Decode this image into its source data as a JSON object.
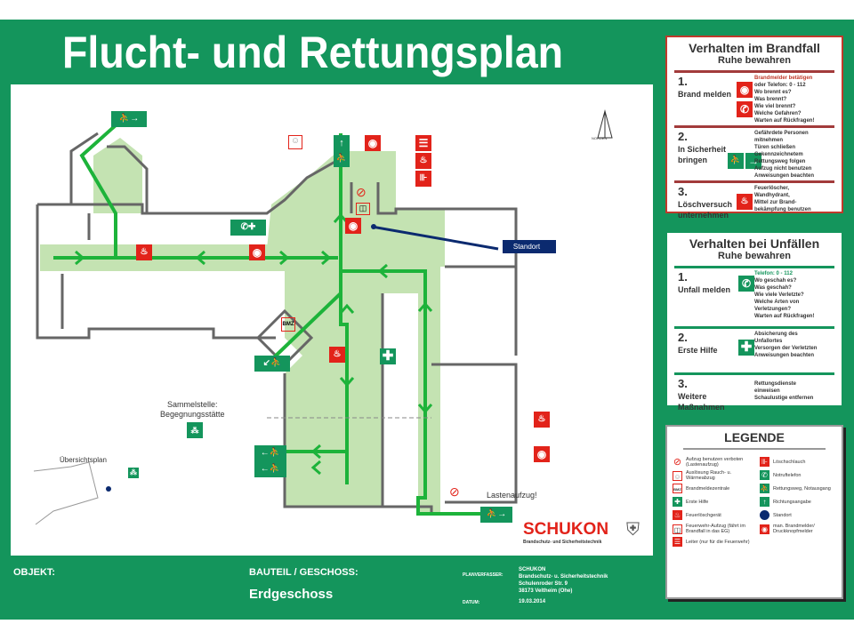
{
  "title": "Flucht- und Rettungsplan",
  "colors": {
    "green": "#14955c",
    "red": "#e2231a",
    "route": "#1db33a",
    "corridor": "#c4e3b2",
    "wall": "#666666",
    "standort": "#0b2a6f"
  },
  "plan": {
    "standort_label": "Standort",
    "sammelstelle": "Sammelstelle:",
    "sammelstelle_name": "Begegnungsstätte",
    "uebersichtsplan": "Übersichtsplan",
    "lastenaufzug": "Lastenaufzug!",
    "bmz": "BMZ",
    "logo": "SCHUKON",
    "logo_sub": "Brandschutz- und Sicherheitstechnik",
    "north_label": "NORDEN"
  },
  "brandfall": {
    "title": "Verhalten im Brandfall",
    "subtitle": "Ruhe bewahren",
    "steps": [
      {
        "num": "1.",
        "label": "Brand melden",
        "lines": [
          "Brandmelder betätigen",
          "oder Telefon: 0 - 112",
          "Wo brennt es?",
          "Was brennt?",
          "Wie viel brennt?",
          "Welche Gefahren?",
          "Warten auf Rückfragen!"
        ]
      },
      {
        "num": "2.",
        "label": "In Sicherheit bringen",
        "lines": [
          "Gefährdete Personen",
          "mitnehmen",
          "Türen schließen",
          "Gekennzeichnetem",
          "Rettungsweg folgen",
          "Aufzug nicht benutzen",
          "Anweisungen beachten"
        ]
      },
      {
        "num": "3.",
        "label": "Löschversuch unternehmen",
        "lines": [
          "Feuerlöscher,",
          "Wandhydrant,",
          "Mittel zur Brand-",
          "bekämpfung benutzen"
        ]
      }
    ]
  },
  "unfaelle": {
    "title": "Verhalten bei Unfällen",
    "subtitle": "Ruhe bewahren",
    "steps": [
      {
        "num": "1.",
        "label": "Unfall melden",
        "lines": [
          "Telefon: 0 - 112",
          "Wo geschah es?",
          "Was geschah?",
          "Wie viele Verletzte?",
          "Welche Arten von",
          "Verletzungen?",
          "Warten auf Rückfragen!"
        ]
      },
      {
        "num": "2.",
        "label": "Erste Hilfe",
        "lines": [
          "Absicherung des",
          "Unfallortes",
          "Versorgen der Verletzten",
          "Anweisungen beachten"
        ]
      },
      {
        "num": "3.",
        "label": "Weitere Maßnahmen",
        "lines": [
          "Rettungsdienste",
          "einweisen",
          "Schaulustige entfernen"
        ]
      }
    ]
  },
  "legende": {
    "title": "LEGENDE",
    "items": [
      {
        "icon": "no-elevator-icon",
        "text": "Aufzug benutzen verboten (Lastenaufzug)"
      },
      {
        "icon": "smoke-vent-icon",
        "text": "Auslösung Rauch- u. Wärmeabzug"
      },
      {
        "icon": "bmz-icon",
        "text": "Brandmeldezentrale"
      },
      {
        "icon": "first-aid-icon",
        "text": "Erste Hilfe"
      },
      {
        "icon": "fire-extinguisher-icon",
        "text": "Feuerlöschgerät"
      },
      {
        "icon": "fire-elevator-icon",
        "text": "Feuerwehr-Aufzug (fährt im Brandfall in das EG)"
      },
      {
        "icon": "ladder-icon",
        "text": "Leiter (nur für die Feuerwehr)"
      },
      {
        "icon": "fire-hose-icon",
        "text": "Löschschlauch"
      },
      {
        "icon": "emergency-phone-icon",
        "text": "Notruftelefon"
      },
      {
        "icon": "emergency-exit-icon",
        "text": "Rettungsweg, Notausgang"
      },
      {
        "icon": "direction-arrow-icon",
        "text": "Richtungsangabe"
      },
      {
        "icon": "standort-dot-icon",
        "text": "Standort"
      },
      {
        "icon": "fire-alarm-button-icon",
        "text": "man. Brandmelder/ Druckknopfmelder"
      }
    ]
  },
  "footer": {
    "objekt_label": "OBJEKT:",
    "objekt_value": "",
    "bauteil_label": "BAUTEIL / GESCHOSS:",
    "bauteil_value": "Erdgeschoss",
    "planverfasser_label": "PLANVERFASSER:",
    "planverfasser_lines": [
      "SCHUKON",
      "Brandschutz- u. Sicherheitstechnik",
      "Schulenroder Str. 9",
      "38173 Veltheim (Ohe)"
    ],
    "datum_label": "DATUM:",
    "datum_value": "19.03.2014"
  }
}
